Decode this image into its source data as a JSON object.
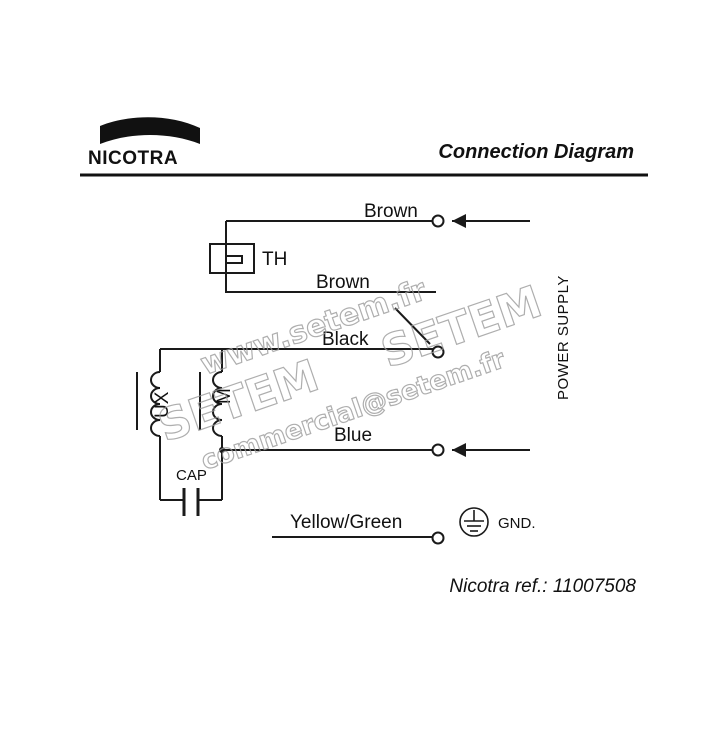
{
  "header": {
    "brand": "NICOTRA",
    "title": "Connection Diagram"
  },
  "wires": {
    "brown_top": "Brown",
    "brown_mid": "Brown",
    "black": "Black",
    "blue": "Blue",
    "yellow_green": "Yellow/Green"
  },
  "components": {
    "thermal": "TH",
    "aux": "UX",
    "main": "M",
    "cap": "CAP",
    "gnd": "GND."
  },
  "side_label": "POWER SUPPLY",
  "footer": {
    "reference": "Nicotra ref.: 11007508"
  },
  "watermark": {
    "url": "www.setem.fr",
    "brand": "SETEM",
    "email": "commercial@setem.fr"
  }
}
